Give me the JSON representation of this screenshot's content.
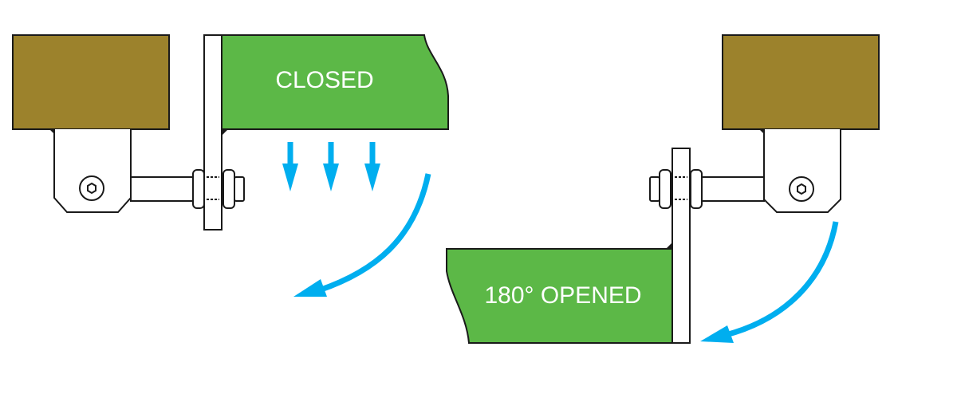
{
  "diagram": {
    "title": "Hinge door swing: closed vs 180° opened",
    "labels": {
      "closed": "CLOSED",
      "opened": "180° OPENED"
    },
    "colors": {
      "frame_block": "#9c822c",
      "door_panel": "#5cb847",
      "arrow": "#00aeef",
      "outline": "#1a1a1a",
      "background": "#ffffff"
    },
    "states": [
      {
        "name": "closed",
        "arrows": [
          "down",
          "down",
          "down",
          "swing-down-left"
        ]
      },
      {
        "name": "opened",
        "angle_degrees": 180,
        "arrows": [
          "swing-down-left"
        ]
      }
    ]
  }
}
